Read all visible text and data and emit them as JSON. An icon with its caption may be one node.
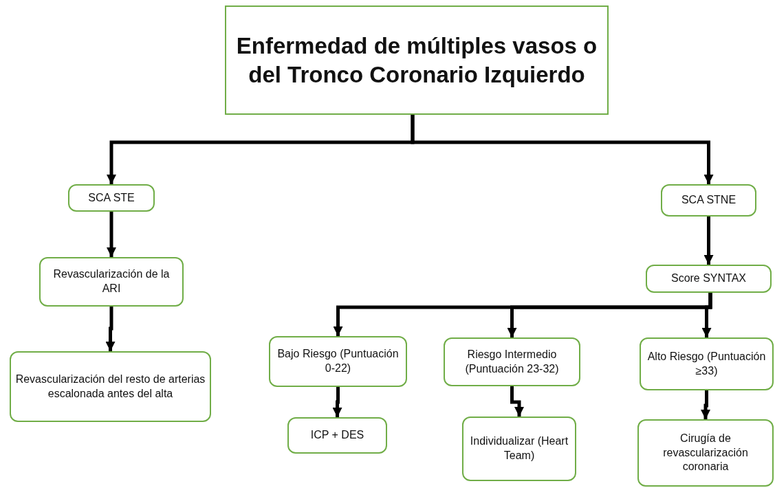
{
  "diagram": {
    "nodes": [
      {
        "text": [
          "Enfermedad de múltiples vasos o del Tronco Coronario Izquierdo"
        ]
      },
      {
        "text": [
          "SCA STE"
        ]
      },
      {
        "text": [
          "SCA STNE"
        ]
      },
      {
        "text": [
          "Revascularización de la ARI"
        ]
      },
      {
        "text": [
          "Revascularización del resto de arterias escalonada antes del alta"
        ]
      },
      {
        "text": [
          "Score SYNTAX"
        ]
      },
      {
        "text": [
          "Bajo Riesgo (Puntuación 0-22)"
        ]
      },
      {
        "text": [
          "Riesgo Intermedio (Puntuación 23-32)"
        ]
      },
      {
        "text": [
          "Alto Riesgo (Puntuación ≥33)"
        ]
      },
      {
        "text": [
          "ICP + DES"
        ]
      },
      {
        "text": [
          "Individualizar (Heart Team)"
        ]
      },
      {
        "text": [
          "Cirugía de revascularización coronaria"
        ]
      }
    ],
    "edges": [
      {
        "from": 0,
        "to": 1,
        "arrow": "to"
      },
      {
        "from": 0,
        "to": 2,
        "arrow": "to"
      },
      {
        "from": 1,
        "to": 3,
        "arrow": "to"
      },
      {
        "from": 3,
        "to": 4,
        "arrow": "to"
      },
      {
        "from": 2,
        "to": 5,
        "arrow": "to"
      },
      {
        "from": 5,
        "to": 6,
        "arrow": "to"
      },
      {
        "from": 5,
        "to": 7,
        "arrow": "to"
      },
      {
        "from": 5,
        "to": 8,
        "arrow": "to"
      },
      {
        "from": 6,
        "to": 9,
        "arrow": "to"
      },
      {
        "from": 7,
        "to": 10,
        "arrow": "to"
      },
      {
        "from": 8,
        "to": 11,
        "arrow": "to"
      }
    ]
  }
}
